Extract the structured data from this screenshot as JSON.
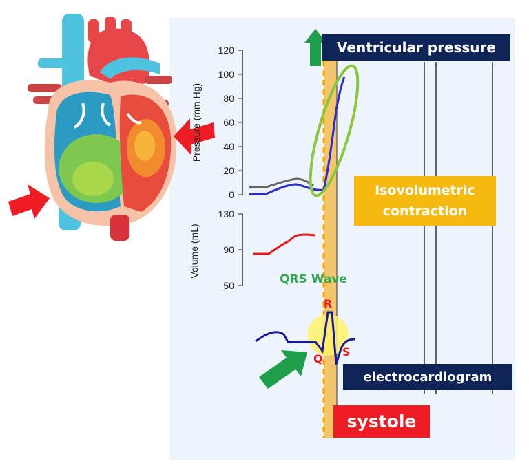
{
  "labels": {
    "ventricular_pressure": "Ventricular pressure",
    "isovolumetric_line1": "Isovolumetric",
    "isovolumetric_line2": "contraction",
    "electrocardiogram": "electrocardiogram",
    "systole": "systole",
    "qrs_wave": "QRS Wave",
    "q": "Q",
    "r": "R",
    "s": "S"
  },
  "pressure_axis": {
    "title": "Pressure (mm Hg)",
    "ticks": [
      "120",
      "100",
      "80",
      "60",
      "40",
      "20",
      "0"
    ]
  },
  "volume_axis": {
    "title": "Volume (mL)",
    "ticks": [
      "130",
      "90",
      "50"
    ]
  },
  "colors": {
    "navy_box": "#0f2457",
    "orange_box": "#f5b90f",
    "red_box": "#ee1c24",
    "green_accent": "#2fa84f",
    "pressure_line": "#2b2bd6",
    "volume_line": "#e8191e",
    "ecg_line": "#1a1a9e",
    "systole_band": "#f3c66b"
  },
  "icons": [
    "heart-illustration",
    "red-arrow-icon",
    "green-up-arrow-icon",
    "green-arrow-icon"
  ]
}
